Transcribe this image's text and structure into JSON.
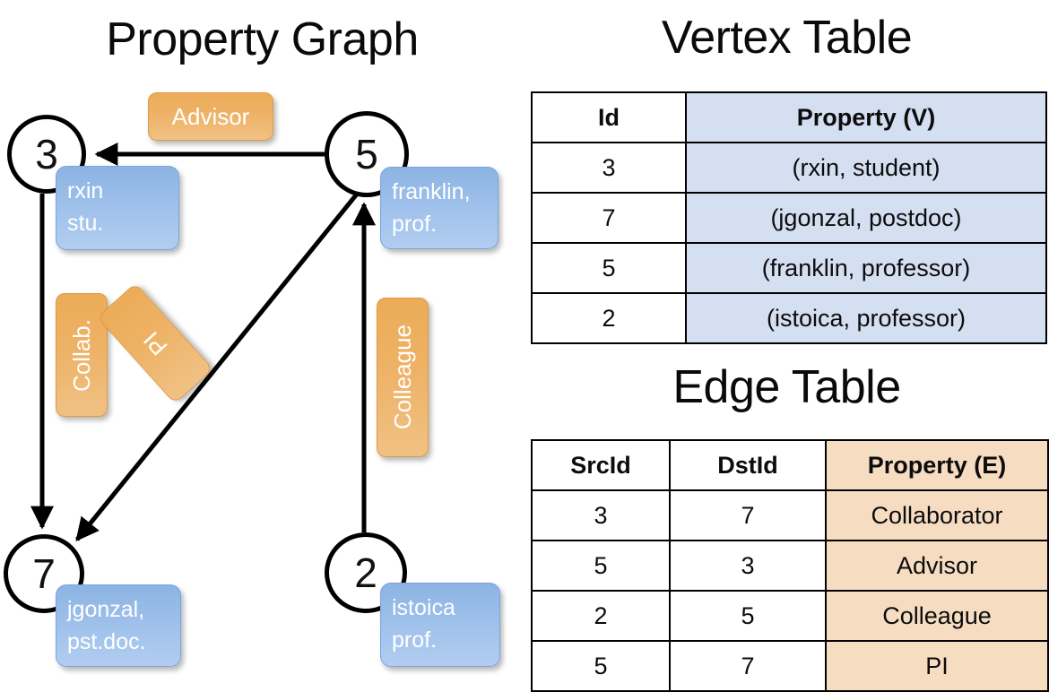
{
  "titles": {
    "property_graph": "Property Graph",
    "vertex_table": "Vertex Table",
    "edge_table": "Edge Table"
  },
  "graph": {
    "nodes": [
      {
        "id": "3",
        "property": "rxin\nstu.",
        "name": "rxin",
        "role": "stu."
      },
      {
        "id": "5",
        "property": "franklin,\nprof.",
        "name": "franklin,",
        "role": "prof."
      },
      {
        "id": "7",
        "property": "jgonzal,\npst.doc.",
        "name": "jgonzal,",
        "role": "pst.doc."
      },
      {
        "id": "2",
        "property": "istoica\nprof.",
        "name": "istoica",
        "role": "prof."
      }
    ],
    "edge_labels": {
      "advisor": "Advisor",
      "collab": "Collab.",
      "pi": "PI",
      "colleague": "Colleague"
    },
    "edges": [
      {
        "src": "5",
        "dst": "3",
        "label": "Advisor"
      },
      {
        "src": "3",
        "dst": "7",
        "label": "Collab."
      },
      {
        "src": "5",
        "dst": "7",
        "label": "PI"
      },
      {
        "src": "2",
        "dst": "5",
        "label": "Colleague"
      }
    ]
  },
  "vertex_table": {
    "headers": [
      "Id",
      "Property (V)"
    ],
    "rows": [
      {
        "id": "3",
        "property": "(rxin, student)"
      },
      {
        "id": "7",
        "property": "(jgonzal, postdoc)"
      },
      {
        "id": "5",
        "property": "(franklin, professor)"
      },
      {
        "id": "2",
        "property": "(istoica, professor)"
      }
    ]
  },
  "edge_table": {
    "headers": [
      "SrcId",
      "DstId",
      "Property (E)"
    ],
    "rows": [
      {
        "src": "3",
        "dst": "7",
        "property": "Collaborator"
      },
      {
        "src": "5",
        "dst": "3",
        "property": "Advisor"
      },
      {
        "src": "2",
        "dst": "5",
        "property": "Colleague"
      },
      {
        "src": "5",
        "dst": "7",
        "property": "PI"
      }
    ]
  },
  "colors": {
    "vertex_property_fill": "#d5dff2",
    "edge_property_fill": "#f6ddc2",
    "node_box_fill": "#9dc0ea",
    "edge_label_fill": "#eeb266",
    "stroke": "#000000"
  }
}
